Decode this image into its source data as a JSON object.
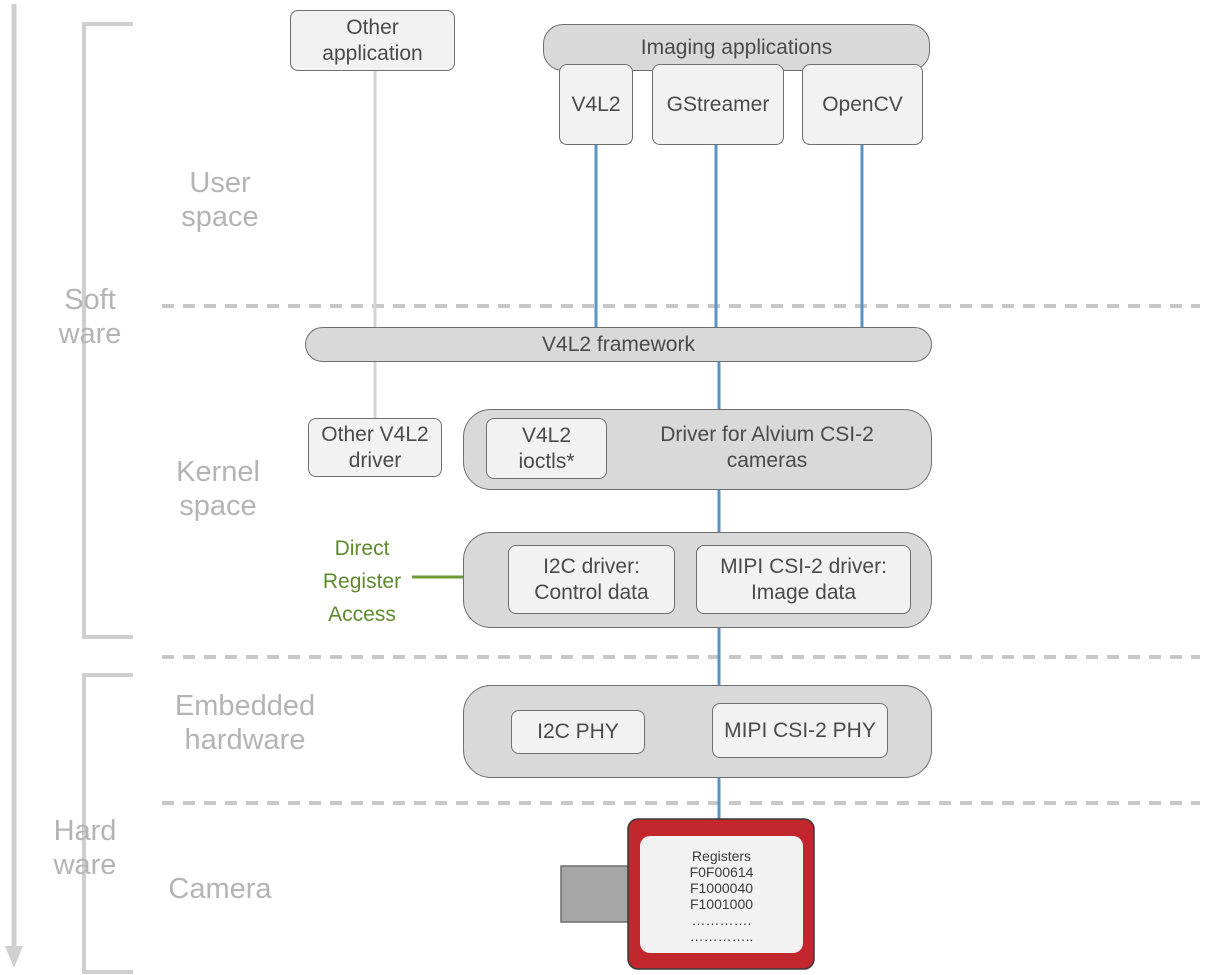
{
  "layers": {
    "user_space": "User\nspace",
    "software": "Soft\nware",
    "kernel_space": "Kernel\nspace",
    "embedded_hardware": "Embedded\nhardware",
    "hardware": "Hard\nware",
    "camera": "Camera"
  },
  "boxes": {
    "other_application": "Other\napplication",
    "imaging_applications": "Imaging applications",
    "v4l2": "V4L2",
    "gstreamer": "GStreamer",
    "opencv": "OpenCV",
    "v4l2_framework": "V4L2 framework",
    "other_v4l2_driver": "Other V4L2\ndriver",
    "v4l2_ioctls": "V4L2\nioctls*",
    "alvium_driver": "Driver for Alvium CSI-2\ncameras",
    "i2c_driver": "I2C driver:\nControl data",
    "mipi_driver": "MIPI CSI-2 driver:\nImage data",
    "i2c_phy": "I2C PHY",
    "mipi_phy": "MIPI CSI-2 PHY"
  },
  "direct_access": "Direct\nRegister\nAccess",
  "camera_registers": {
    "title": "Registers",
    "entries": [
      "F0F00614",
      "F1000040",
      "F1001000",
      "………….",
      "………….."
    ]
  },
  "colors": {
    "connector_blue": "#5b93c7",
    "connector_gray": "#d4d4d4",
    "arrow_green": "#6c9a36",
    "camera_red": "#c1272d",
    "label_gray": "#b4b4b4"
  }
}
